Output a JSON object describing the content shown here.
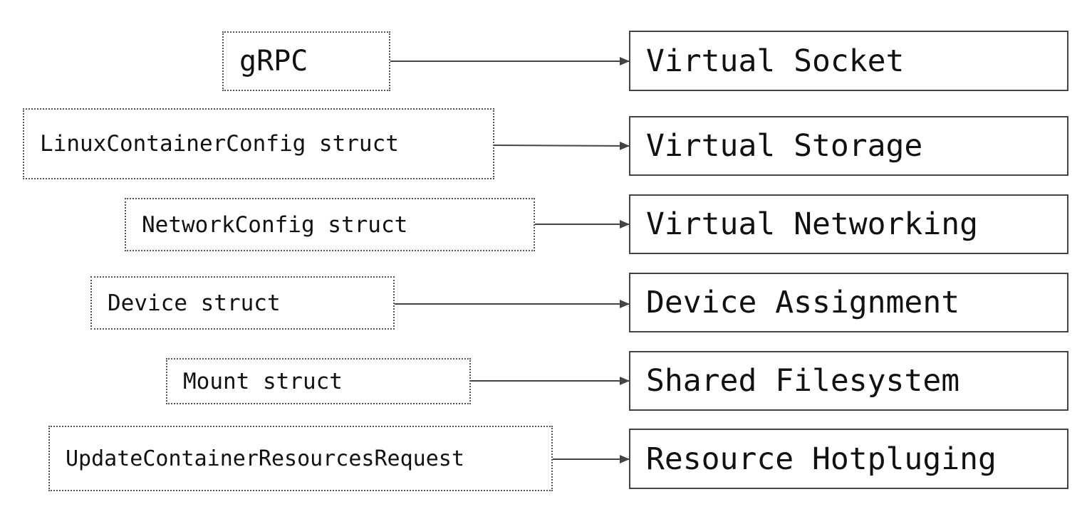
{
  "mappings": [
    {
      "source": "gRPC",
      "target": "Virtual Socket"
    },
    {
      "source": "LinuxContainerConfig struct",
      "target": "Virtual Storage"
    },
    {
      "source": "NetworkConfig struct",
      "target": "Virtual Networking"
    },
    {
      "source": "Device struct",
      "target": "Device Assignment"
    },
    {
      "source": "Mount struct",
      "target": "Shared Filesystem"
    },
    {
      "source": "UpdateContainerResourcesRequest",
      "target": "Resource Hotpluging"
    }
  ],
  "colors": {
    "source_border": "#555555",
    "target_border": "#444444",
    "arrow": "#444444"
  }
}
